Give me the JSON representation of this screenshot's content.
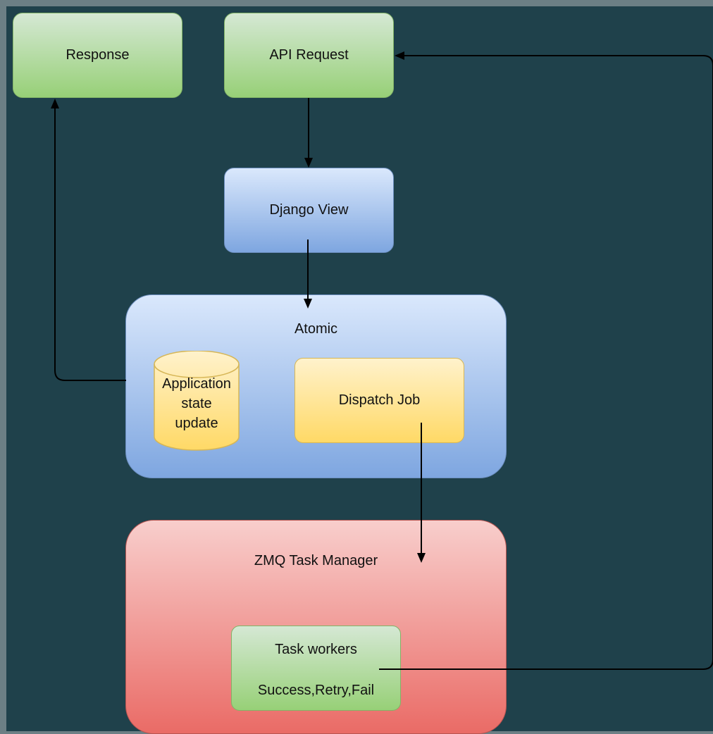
{
  "diagram": {
    "nodes": {
      "response": "Response",
      "api_request": "API Request",
      "django_view": "Django View",
      "atomic": "Atomic",
      "app_state": [
        "Application",
        "state",
        "update"
      ],
      "dispatch_job": "Dispatch Job",
      "zmq_task_manager": "ZMQ Task Manager",
      "task_workers": "Task workers",
      "task_outcomes": "Success,Retry,Fail"
    },
    "edges": [
      {
        "from": "api_request",
        "to": "django_view"
      },
      {
        "from": "django_view",
        "to": "atomic"
      },
      {
        "from": "atomic",
        "to": "response"
      },
      {
        "from": "dispatch_job",
        "to": "zmq_task_manager"
      },
      {
        "from": "task_workers",
        "to": "api_request"
      }
    ],
    "colors": {
      "background": "#1f414b",
      "frame": "#6c7f85",
      "green_fill": "#97d077",
      "blue_fill": "#7ea6e0",
      "yellow_fill": "#ffd966",
      "red_fill": "#ea6b66",
      "edge": "#000000"
    }
  }
}
